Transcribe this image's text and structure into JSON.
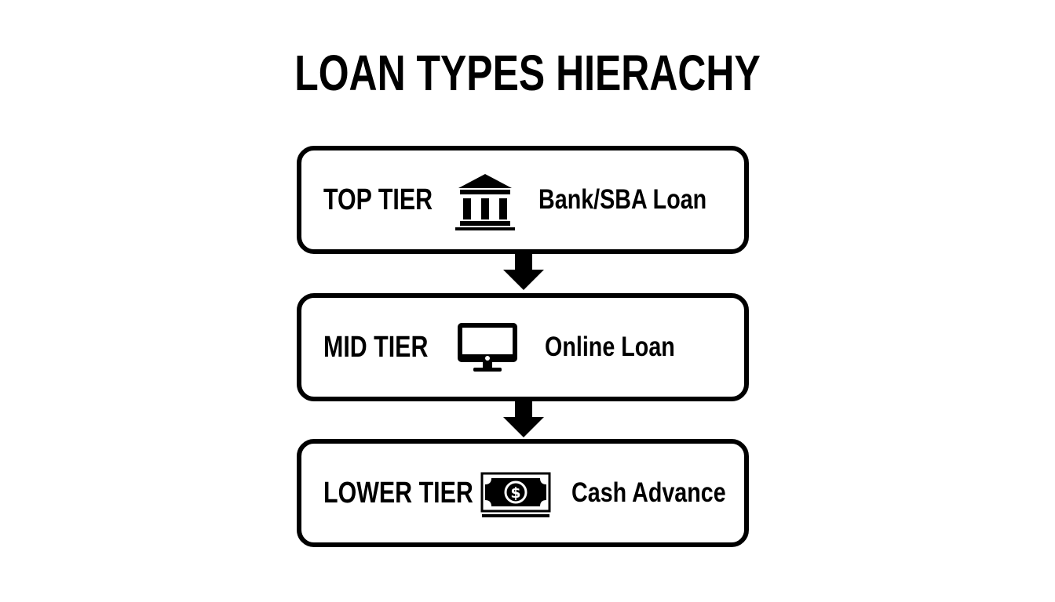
{
  "title": "LOAN TYPES HIERACHY",
  "colors": {
    "background": "#ffffff",
    "stroke": "#000000",
    "text": "#000000"
  },
  "tiers": [
    {
      "label": "TOP TIER",
      "icon": "bank-icon",
      "name": "Bank/SBA Loan"
    },
    {
      "label": "MID TIER",
      "icon": "monitor-icon",
      "name": "Online Loan"
    },
    {
      "label": "LOWER TIER",
      "icon": "cash-icon",
      "name": "Cash Advance"
    }
  ],
  "connectors": [
    {
      "from": "TOP TIER",
      "to": "MID TIER",
      "icon": "arrow-down-icon"
    },
    {
      "from": "MID TIER",
      "to": "LOWER TIER",
      "icon": "arrow-down-icon"
    }
  ]
}
